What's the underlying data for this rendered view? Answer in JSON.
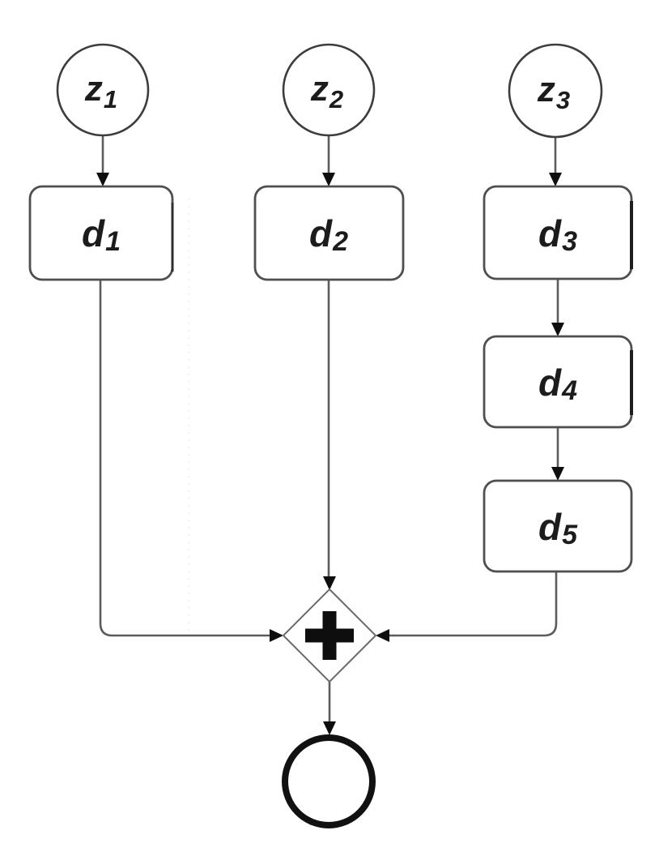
{
  "diagram": {
    "kind": "bpmn-process-flow",
    "start_events": [
      {
        "id": "z1",
        "shape": "circle",
        "label": {
          "base": "z",
          "sub": "1"
        }
      },
      {
        "id": "z2",
        "shape": "circle",
        "label": {
          "base": "z",
          "sub": "2"
        }
      },
      {
        "id": "z3",
        "shape": "circle",
        "label": {
          "base": "z",
          "sub": "3"
        }
      }
    ],
    "tasks": [
      {
        "id": "d1",
        "shape": "rounded-rect",
        "label": {
          "base": "d",
          "sub": "1"
        }
      },
      {
        "id": "d2",
        "shape": "rounded-rect",
        "label": {
          "base": "d",
          "sub": "2"
        }
      },
      {
        "id": "d3",
        "shape": "rounded-rect",
        "label": {
          "base": "d",
          "sub": "3"
        }
      },
      {
        "id": "d4",
        "shape": "rounded-rect",
        "label": {
          "base": "d",
          "sub": "4"
        }
      },
      {
        "id": "d5",
        "shape": "rounded-rect",
        "label": {
          "base": "d",
          "sub": "5"
        }
      }
    ],
    "gateway": {
      "id": "parallel-join-gateway",
      "shape": "diamond",
      "icon": "plus-icon"
    },
    "end_event": {
      "id": "end",
      "shape": "thick-circle"
    },
    "edges": [
      {
        "from": "z1",
        "to": "d1"
      },
      {
        "from": "z2",
        "to": "d2"
      },
      {
        "from": "z3",
        "to": "d3"
      },
      {
        "from": "d3",
        "to": "d4"
      },
      {
        "from": "d4",
        "to": "d5"
      },
      {
        "from": "d1",
        "to": "parallel-join-gateway"
      },
      {
        "from": "d2",
        "to": "parallel-join-gateway"
      },
      {
        "from": "d5",
        "to": "parallel-join-gateway"
      },
      {
        "from": "parallel-join-gateway",
        "to": "end"
      }
    ]
  },
  "colors": {
    "background": "#ffffff",
    "connector_line": "#5c5c5c",
    "node_border": "#4f4f4f",
    "diamond_border": "#6a6a6a",
    "arrowhead": "#0e0e0e",
    "gateway_marker": "#0e0e0e",
    "end_event_border": "#111111",
    "label_text": "#1c1c1c"
  }
}
